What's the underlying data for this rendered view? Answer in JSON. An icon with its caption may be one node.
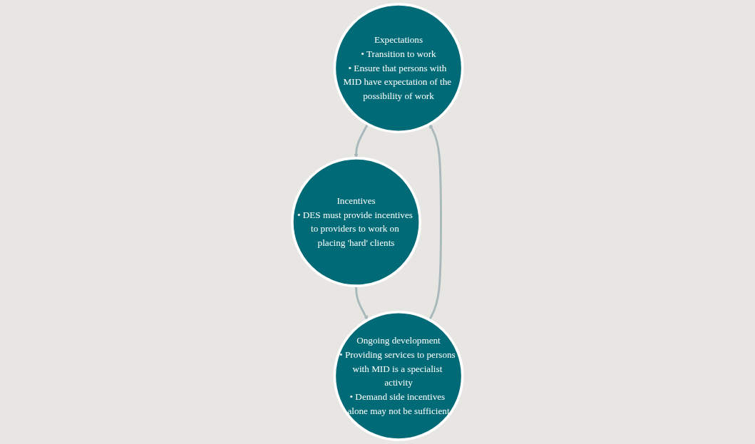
{
  "diagram": {
    "nodes": [
      {
        "text": [
          "Expectations",
          "• Transition to work",
          "• Ensure that persons with MID have expectation of the possibility of work"
        ]
      },
      {
        "text": [
          "Ongoing development",
          "• Providing services to persons with MID is a specialist activity",
          "• Demand side incentives alone may not be sufficient"
        ]
      },
      {
        "text": [
          "Incentives",
          "• DES must provide incentives to providers to work on placing 'hard' clients"
        ]
      }
    ],
    "edges": [
      {
        "from": 0,
        "to": 2,
        "arrow": "to"
      },
      {
        "from": 2,
        "to": 1,
        "arrow": "to"
      },
      {
        "from": 1,
        "to": 0,
        "arrow": "to"
      }
    ]
  }
}
